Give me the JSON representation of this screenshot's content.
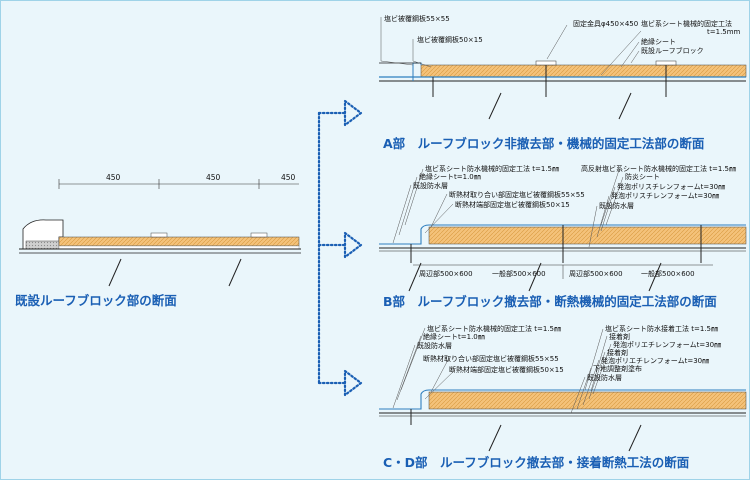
{
  "existing": {
    "dims": [
      "450",
      "450",
      "450"
    ],
    "title": "既設ルーフブロック部の断面"
  },
  "sectionA": {
    "labels": [
      "塩ビ被覆鋼板55×55",
      "塩ビ被覆鋼板50×15",
      "固定金具φ450×450",
      "塩ビ系シート機械的固定工法",
      "t=1.5mm",
      "絶縁シート",
      "既設ルーフブロック"
    ],
    "title": "A部　ルーフブロック非撤去部・機械的固定工法部の断面"
  },
  "sectionB": {
    "labels": [
      "塩ビ系シート防水機械的固定工法 t=1.5㎜",
      "絶縁シートt=1.0㎜",
      "既設防水層",
      "断熱材取り合い部固定塩ビ被覆鋼板55×55",
      "断熱材端部固定塩ビ被覆鋼板50×15",
      "高反射塩ビ系シート防水機械的固定工法 t=1.5㎜",
      "防炎シート",
      "発泡ポリスチレンフォームt=30㎜",
      "発泡ポリスチレンフォームt=30㎜",
      "既設防水層"
    ],
    "dims": [
      "周辺部500×600",
      "一般部500×600",
      "周辺部500×600",
      "一般部500×600"
    ],
    "title": "B部　ルーフブロック撤去部・断熱機械的固定工法部の断面"
  },
  "sectionCD": {
    "labels": [
      "塩ビ系シート防水機械的固定工法 t=1.5㎜",
      "絶縁シートt=1.0㎜",
      "既設防水層",
      "断熱材取り合い部固定塩ビ被覆鋼板55×55",
      "断熱材端部固定塩ビ被覆鋼板50×15",
      "塩ビ系シート防水接着工法 t=1.5㎜",
      "接着剤",
      "発泡ポリエチレンフォームt=30㎜",
      "接着剤",
      "発泡ポリエチレンフォームt=30㎜",
      "下地調整剤塗布",
      "既設防水層"
    ],
    "title": "C・D部　ルーフブロック撤去部・接着断熱工法の断面"
  },
  "colors": {
    "insulation": "#f4c27a",
    "arrow": "#1a5fb4",
    "title": "#1a5fb4",
    "membrane": "#2f7fbf"
  }
}
